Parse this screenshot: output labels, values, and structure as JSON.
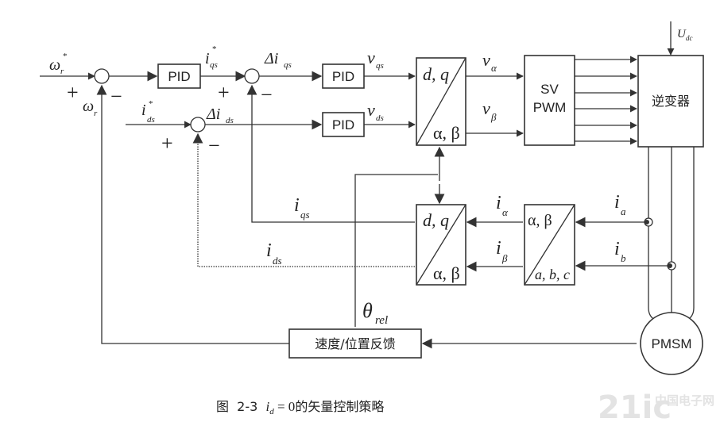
{
  "blocks": {
    "pid": "PID",
    "svpwm_line1": "SV",
    "svpwm_line2": "PWM",
    "inverter": "逆变器",
    "pmsm": "PMSM",
    "feedback": "速度/位置反馈",
    "park_top": "d, q",
    "park_bottom": "α, β",
    "clarke_top": "α, β",
    "clarke_bottom": "a, b, c"
  },
  "signals": {
    "omega": "ω",
    "sub_r": "r",
    "star": "*",
    "i": "i",
    "delta_i": "Δi",
    "sub_qs": "qs",
    "sub_ds": "ds",
    "v": "v",
    "v_alpha_sub": "α",
    "v_beta_sub": "β",
    "sub_a": "a",
    "sub_b": "b",
    "theta": "θ",
    "sub_rel": "rel",
    "U": "U",
    "sub_dc": "dc"
  },
  "signs": {
    "plus": "+",
    "minus": "−"
  },
  "caption": {
    "prefix": "图  2-3  ",
    "var": "i",
    "sub": "d",
    "equation": " = 0",
    "suffix": "的矢量控制策略"
  },
  "watermark": {
    "main": "21ic",
    "tag": "中国电子网"
  }
}
